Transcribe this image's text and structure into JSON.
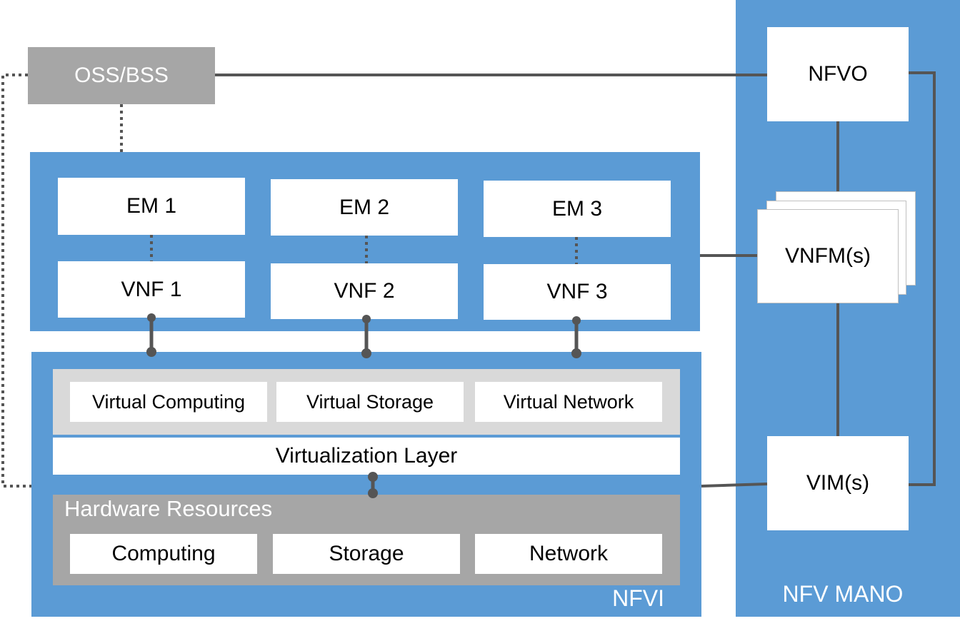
{
  "oss_bss": {
    "label": "OSS/BSS"
  },
  "vnf_domain": {
    "units": [
      {
        "em": "EM 1",
        "vnf": "VNF 1"
      },
      {
        "em": "EM 2",
        "vnf": "VNF 2"
      },
      {
        "em": "EM 3",
        "vnf": "VNF 3"
      }
    ]
  },
  "nfvi": {
    "label": "NFVI",
    "virtual_resources": [
      "Virtual Computing",
      "Virtual Storage",
      "Virtual Network"
    ],
    "virtualization_layer": "Virtualization Layer",
    "hardware": {
      "title": "Hardware Resources",
      "items": [
        "Computing",
        "Storage",
        "Network"
      ]
    }
  },
  "mano": {
    "label": "NFV MANO",
    "nfvo": "NFVO",
    "vnfm": "VNFM(s)",
    "vim": "VIM(s)"
  },
  "colors": {
    "blue": "#5b9bd5",
    "gray_box": "#a6a6a6",
    "light_gray": "#d9d9d9",
    "line": "#555555"
  }
}
